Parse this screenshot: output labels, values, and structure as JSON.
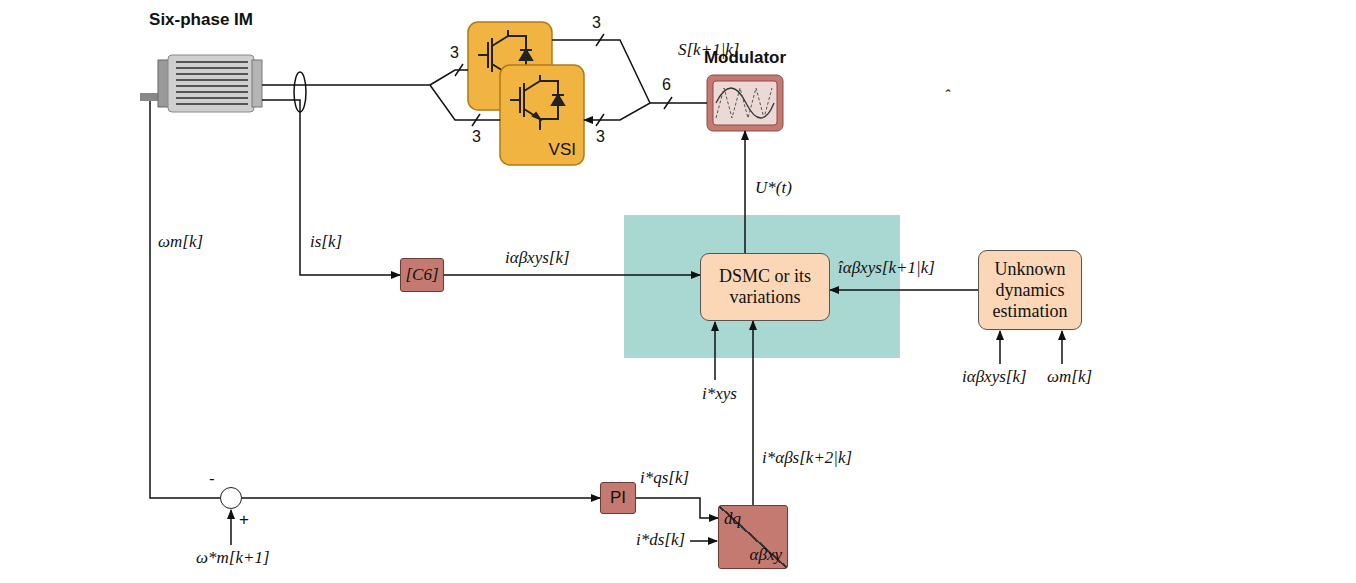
{
  "diagram": {
    "nodes": [
      {
        "text": [
          "Six-phase IM"
        ]
      },
      {
        "text": [
          "VSI"
        ]
      },
      {
        "text": [
          "Modulator"
        ]
      },
      {
        "text": [
          "[C6]"
        ]
      },
      {
        "text": [
          "DSMC or its variations"
        ]
      },
      {
        "text": [
          "Unknown dynamics estimation"
        ]
      },
      {
        "text": [
          "-",
          "+"
        ]
      },
      {
        "text": [
          "PI"
        ]
      },
      {
        "text": [
          "dq",
          "αβxy"
        ]
      }
    ],
    "edges": [
      {
        "from": 2,
        "to": 1,
        "arrow": "to",
        "label": "S[k+1|k]"
      },
      {
        "from": 1,
        "to": 0,
        "arrow": "none"
      },
      {
        "from": 0,
        "to": 3,
        "arrow": "to",
        "label": "is[k]"
      },
      {
        "from": 3,
        "to": 4,
        "arrow": "to",
        "label": "iαβxys[k]"
      },
      {
        "from": 4,
        "to": 2,
        "arrow": "to",
        "label": "U*(t)"
      },
      {
        "from": 5,
        "to": 4,
        "arrow": "to",
        "label": "îαβxys[k+1|k]"
      },
      {
        "from": 0,
        "to": 6,
        "arrow": "none",
        "label": "ωm[k]"
      },
      {
        "from": 6,
        "to": 7,
        "arrow": "to"
      },
      {
        "from": 7,
        "to": 8,
        "arrow": "to",
        "label": "i*qs[k]"
      },
      {
        "from": 8,
        "to": 4,
        "arrow": "to",
        "label": "i*αβs[k+2|k]"
      }
    ],
    "labels": [
      "ˆ",
      "3",
      "3",
      "3",
      "3",
      "6",
      "i*xys",
      "i*ds[k]",
      "ω*m[k+1]",
      "iαβxys[k]",
      "ωm[k]"
    ]
  }
}
